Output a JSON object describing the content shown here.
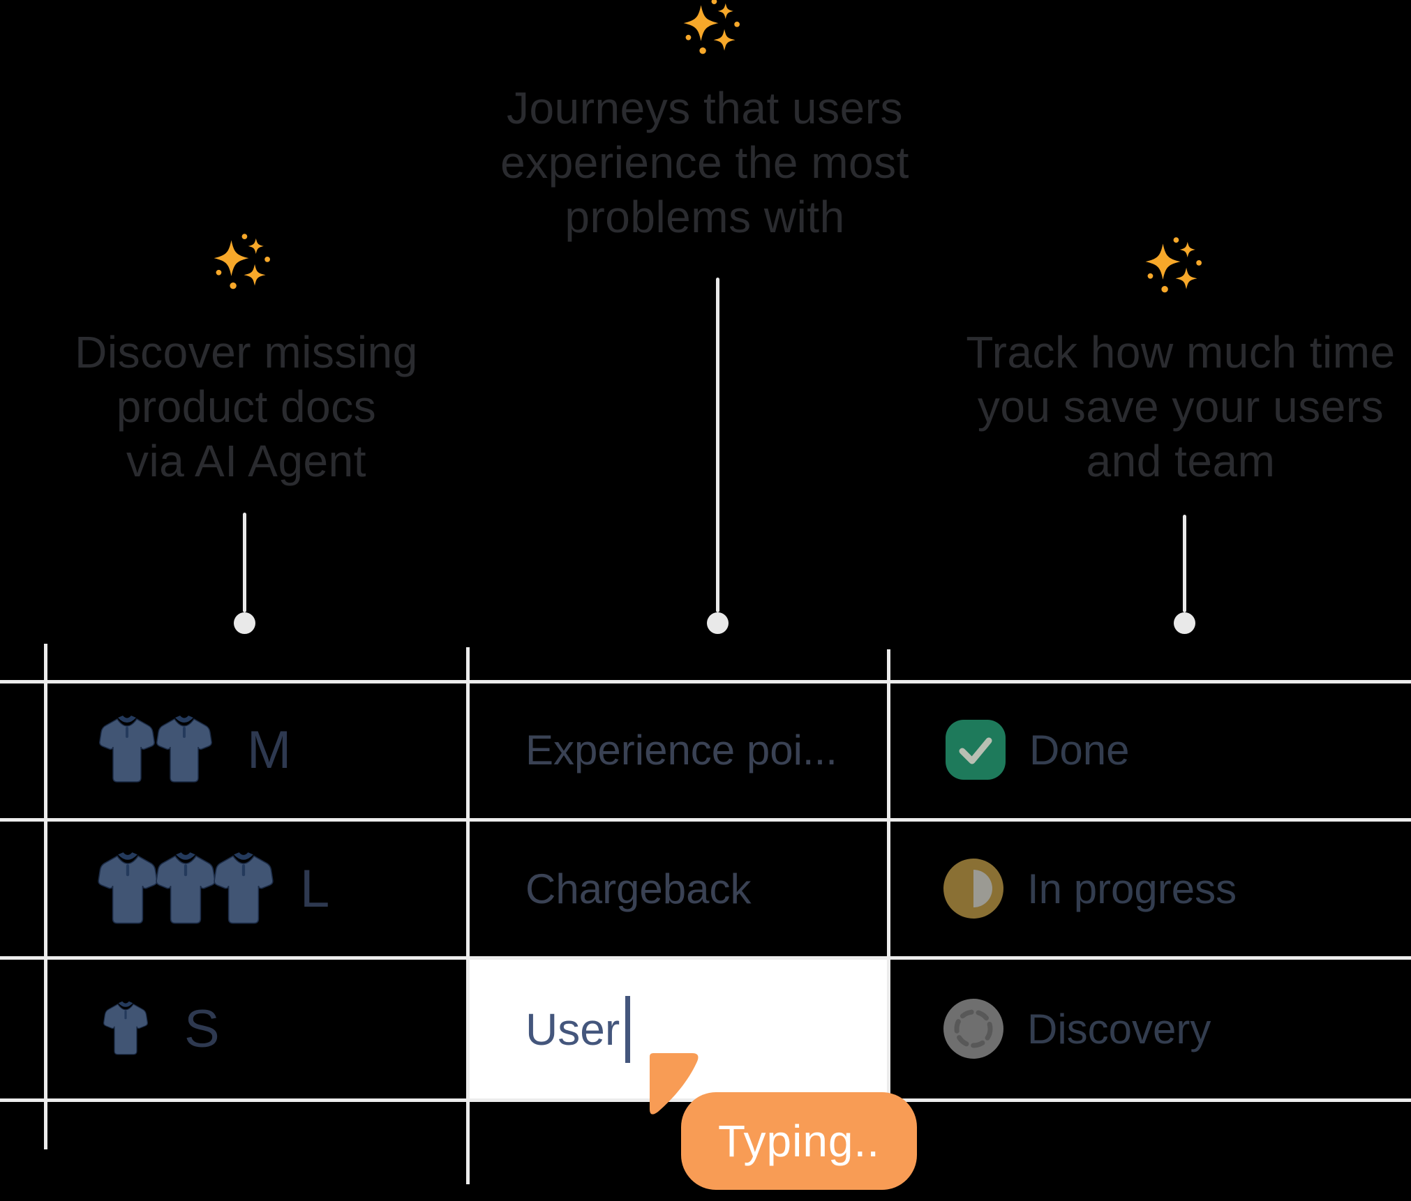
{
  "annotations": {
    "left": {
      "icon": "sparkles-icon",
      "lines": [
        "Discover missing",
        "product docs",
        "via AI Agent"
      ]
    },
    "center": {
      "icon": "sparkles-icon",
      "lines": [
        "Journeys that users",
        "experience the most",
        "problems with"
      ]
    },
    "right": {
      "icon": "sparkles-icon",
      "lines": [
        "Track how much time",
        "you save your users",
        "and team"
      ]
    }
  },
  "table": {
    "rows": [
      {
        "effort_size": "M",
        "shirt_count": 2,
        "journey": "Experience poi...",
        "status": {
          "label": "Done",
          "icon": "check-done-icon"
        }
      },
      {
        "effort_size": "L",
        "shirt_count": 3,
        "journey": "Chargeback",
        "status": {
          "label": "In progress",
          "icon": "half-circle-progress-icon"
        }
      },
      {
        "effort_size": "S",
        "shirt_count": 1,
        "journey": "",
        "status": {
          "label": "Discovery",
          "icon": "dashed-circle-icon"
        }
      }
    ]
  },
  "editing_cell": {
    "value": "User",
    "typing_label": "Typing.."
  },
  "colors": {
    "background": "#000000",
    "grid_line": "#ececec",
    "connector": "#e9e9e9",
    "annotation_text": "#2a2b2f",
    "dimmed_text": "#3a4254",
    "accent_orange": "#f89c55",
    "done_green": "#1e7a5b",
    "progress_gold": "#8a7034",
    "discovery_gray": "#6f6f6f",
    "tshirt_blue": "#415574",
    "sparkle_gold": "#f7a82a",
    "edit_text_blue": "#44567c"
  }
}
